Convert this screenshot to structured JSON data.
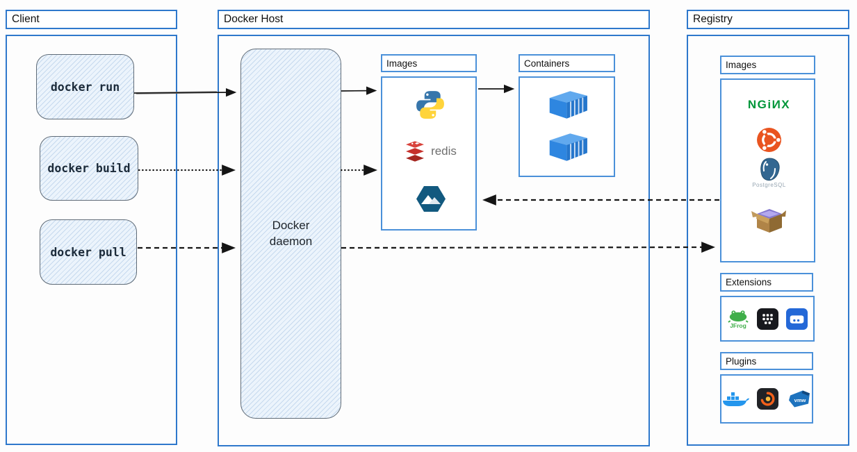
{
  "client": {
    "title": "Client",
    "commands": [
      {
        "id": "docker-run",
        "label": "docker run"
      },
      {
        "id": "docker-build",
        "label": "docker build"
      },
      {
        "id": "docker-pull",
        "label": "docker pull"
      }
    ]
  },
  "docker_host": {
    "title": "Docker Host",
    "daemon": {
      "label": "Docker\ndaemon"
    },
    "images_panel": {
      "title": "Images",
      "items": [
        {
          "name": "python"
        },
        {
          "name": "redis",
          "label": "redis"
        },
        {
          "name": "alpine"
        }
      ]
    },
    "containers_panel": {
      "title": "Containers",
      "container_count": 2
    }
  },
  "registry": {
    "title": "Registry",
    "images_panel": {
      "title": "Images",
      "items": [
        {
          "name": "nginx",
          "label": "NGiИX"
        },
        {
          "name": "ubuntu"
        },
        {
          "name": "postgresql",
          "label": "PostgreSQL"
        },
        {
          "name": "busybox"
        }
      ]
    },
    "extensions_panel": {
      "title": "Extensions",
      "items": [
        {
          "name": "jfrog",
          "label": "JFrog"
        },
        {
          "name": "app-grid"
        },
        {
          "name": "server"
        }
      ]
    },
    "plugins_panel": {
      "title": "Plugins",
      "items": [
        {
          "name": "docker"
        },
        {
          "name": "grafana"
        },
        {
          "name": "vmware",
          "label": "vmw"
        }
      ]
    }
  },
  "colors": {
    "frame_blue": "#2e78cc",
    "panel_blue": "#4a90d9",
    "sketch_fill": "#ecf4fc",
    "arrow_black": "#151515",
    "nginx_green": "#009639",
    "ubuntu_orange": "#e95420",
    "redis_red": "#c6302b",
    "alpine_blue": "#12597f",
    "docker_blue": "#2496ed",
    "container_blue": "#2e86e0"
  }
}
